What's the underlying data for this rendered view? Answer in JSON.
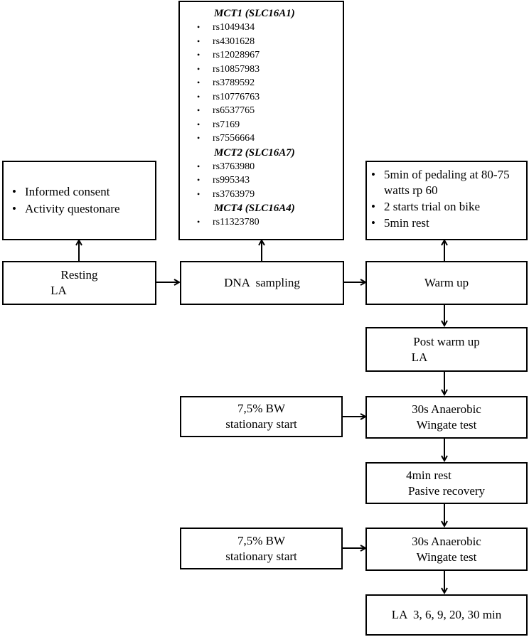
{
  "consent_box": {
    "items": [
      "Informed consent",
      "Activity questonare"
    ]
  },
  "snp_panel": {
    "groups": [
      {
        "gene": "MCT1",
        "gene_symbol": "SLC16A1",
        "snps": [
          "rs1049434",
          "rs4301628",
          "rs12028967",
          "rs10857983",
          "rs3789592",
          "rs10776763",
          "rs6537765",
          "rs7169",
          "rs7556664"
        ]
      },
      {
        "gene": "MCT2",
        "gene_symbol": "SLC16A7",
        "snps": [
          "rs3763980",
          "rs995343",
          "rs3763979"
        ]
      },
      {
        "gene": "MCT4",
        "gene_symbol": "SLC16A4",
        "snps": [
          "rs11323780"
        ]
      }
    ]
  },
  "warmup_protocol": {
    "items": [
      "5min of pedaling at 80-75 watts rp 60",
      "2 starts trial on bike",
      "5min rest"
    ]
  },
  "resting": {
    "line1": "Resting",
    "line2": "LA"
  },
  "dna": {
    "label": "DNA  sampling"
  },
  "warmup": {
    "label": "Warm up"
  },
  "post_warmup": {
    "line1": "Post warm up",
    "line2": "LA"
  },
  "load1": {
    "line1": "7,5% BW",
    "line2": "stationary start"
  },
  "wingate1": {
    "line1": "30s Anaerobic",
    "line2": "Wingate test"
  },
  "rest": {
    "line1": "4min rest",
    "line2": "Pasive recovery"
  },
  "load2": {
    "line1": "7,5% BW",
    "line2": "stationary start"
  },
  "wingate2": {
    "line1": "30s Anaerobic",
    "line2": "Wingate test"
  },
  "la_times": {
    "label": "LA  3, 6, 9, 20, 30 min"
  }
}
